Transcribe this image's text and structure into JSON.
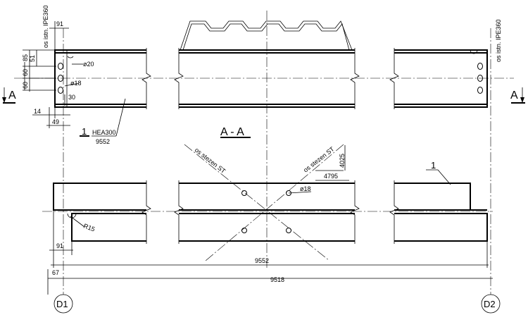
{
  "drawing": {
    "axis_labels": {
      "top_left_axis": "os istn. IPE360",
      "top_right_axis": "os istn. IPE360",
      "bracing_left": "os stezen ST",
      "bracing_right": "os stezen ST"
    },
    "section_marks": {
      "left": "A",
      "right": "A",
      "title": "A - A"
    },
    "grid_labels": {
      "left": "D1",
      "right": "D2"
    },
    "part_callouts": [
      {
        "number": "1",
        "profile": "HEA300",
        "length": "9552"
      },
      {
        "number": "1"
      }
    ],
    "hole_labels": {
      "hole_20": "ø20",
      "hole_18_top": "ø18",
      "hole_18_bottom": "ø18"
    },
    "dimensions": {
      "d91_top": "91",
      "d85": "85",
      "d51": "51",
      "d60a": "60",
      "d60b": "60",
      "d30": "30",
      "d14": "14",
      "d49": "49",
      "radius": "R15",
      "d91_bottom": "91",
      "d67": "67",
      "overall_length": "9552",
      "axis_length": "9518",
      "brace_dx": "4795",
      "brace_dy": "4025"
    }
  }
}
